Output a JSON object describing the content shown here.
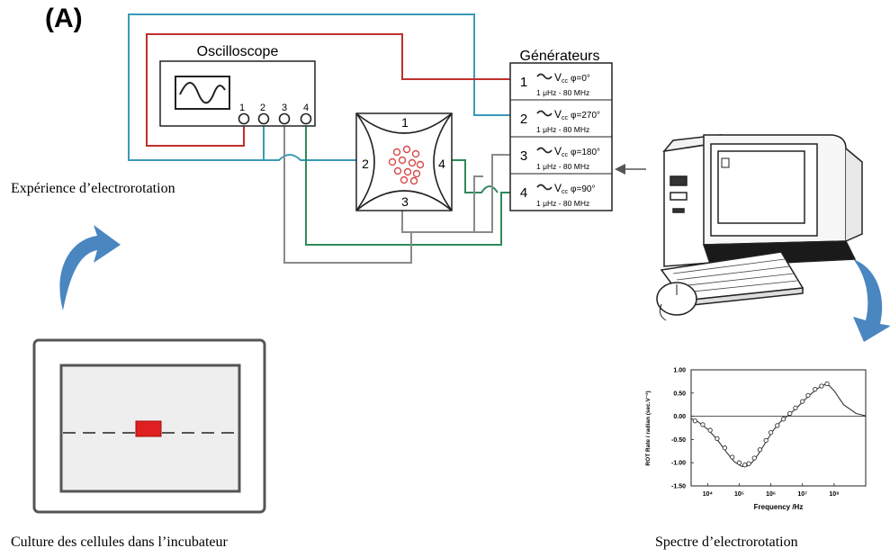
{
  "panel_label": "(A)",
  "oscilloscope": {
    "title": "Oscilloscope",
    "channels": [
      "1",
      "2",
      "3",
      "4"
    ]
  },
  "chamber": {
    "electrodes": [
      "1",
      "2",
      "3",
      "4"
    ]
  },
  "generators": {
    "title": "Générateurs",
    "rows": [
      {
        "num": "1",
        "vcc": "V",
        "sub": "cc",
        "phase": "φ=0°",
        "range": "1 μHz - 80 MHz"
      },
      {
        "num": "2",
        "vcc": "V",
        "sub": "cc",
        "phase": "φ=270°",
        "range": "1 μHz - 80 MHz"
      },
      {
        "num": "3",
        "vcc": "V",
        "sub": "cc",
        "phase": "φ=180°",
        "range": "1 μHz - 80 MHz"
      },
      {
        "num": "4",
        "vcc": "V",
        "sub": "cc",
        "phase": "φ=90°",
        "range": "1 μHz - 80 MHz"
      }
    ]
  },
  "captions": {
    "experiment": "Expérience d’electrorotation",
    "culture": "Culture des cellules dans l’incubateur",
    "spectrum": "Spectre d’electrorotation"
  },
  "colors": {
    "red_wire": "#c0302c",
    "blue_wire": "#3a9ab8",
    "green_wire": "#2e8a5a",
    "gray_wire": "#8a8a8a",
    "arrow_blue": "#4a86c0",
    "sample_red": "#e02020"
  },
  "chart_data": {
    "type": "scatter",
    "title": "",
    "xlabel": "Frequency /Hz",
    "ylabel": "ROT Rate / radian (sec.V⁻²)",
    "x_scale": "log",
    "x_ticks": [
      "10⁴",
      "10⁵",
      "10⁶",
      "10⁷",
      "10⁸"
    ],
    "y_ticks": [
      "1.00",
      "0.50",
      "0.00",
      "-0.50",
      "-1.00",
      "-1.50"
    ],
    "xlim": [
      3000,
      1000000000
    ],
    "ylim": [
      -1.5,
      1.0
    ],
    "grid": false,
    "series": [
      {
        "kind": "points",
        "x": [
          4000,
          7000,
          12000,
          20000,
          35000,
          60000,
          100000,
          150000,
          200000,
          300000,
          450000,
          700000,
          1000000,
          1600000,
          2500000,
          4000000,
          6000000,
          10000000,
          15000000,
          25000000,
          40000000,
          60000000
        ],
        "y": [
          -0.1,
          -0.18,
          -0.3,
          -0.48,
          -0.68,
          -0.88,
          -1.0,
          -1.05,
          -1.02,
          -0.9,
          -0.72,
          -0.52,
          -0.35,
          -0.2,
          -0.06,
          0.06,
          0.18,
          0.32,
          0.45,
          0.58,
          0.65,
          0.7
        ]
      },
      {
        "kind": "line",
        "x": [
          3000,
          5000,
          10000,
          20000,
          40000,
          70000,
          120000,
          180000,
          250000,
          400000,
          700000,
          1200000,
          2000000,
          4000000,
          7000000,
          12000000,
          20000000,
          35000000,
          50000000,
          70000000,
          100000000,
          200000000,
          500000000,
          1000000000
        ],
        "y": [
          -0.05,
          -0.12,
          -0.28,
          -0.5,
          -0.78,
          -0.98,
          -1.08,
          -1.07,
          -1.0,
          -0.82,
          -0.55,
          -0.3,
          -0.12,
          0.05,
          0.2,
          0.36,
          0.5,
          0.63,
          0.68,
          0.66,
          0.55,
          0.25,
          0.06,
          0.01
        ]
      }
    ]
  }
}
